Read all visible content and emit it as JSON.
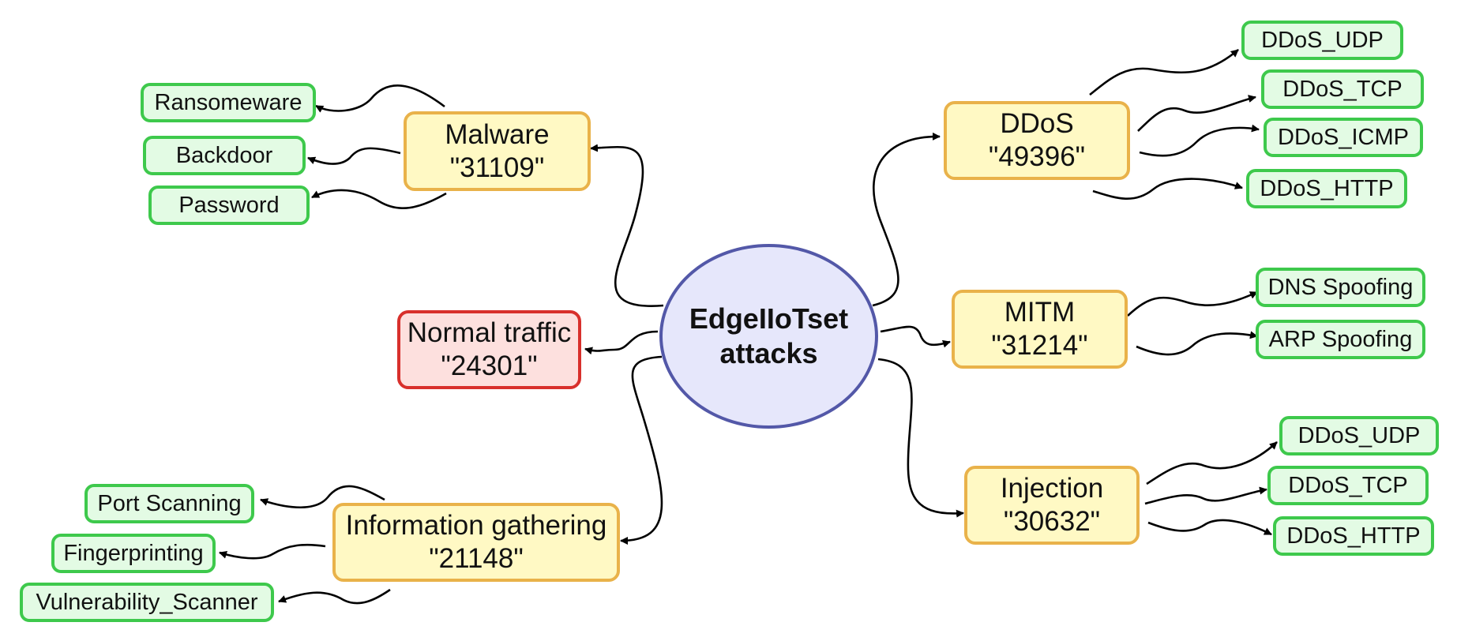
{
  "center": {
    "line1": "EdgeIIoTset",
    "line2": "attacks"
  },
  "normal": {
    "name": "Normal traffic",
    "count": "\"24301\""
  },
  "categories": {
    "malware": {
      "name": "Malware",
      "count": "\"31109\"",
      "leaves": [
        "Ransomeware",
        "Backdoor",
        "Password"
      ]
    },
    "info": {
      "name": "Information gathering",
      "count": "\"21148\"",
      "leaves": [
        "Port Scanning",
        "Fingerprinting",
        "Vulnerability_Scanner"
      ]
    },
    "ddos": {
      "name": "DDoS",
      "count": "\"49396\"",
      "leaves": [
        "DDoS_UDP",
        "DDoS_TCP",
        "DDoS_ICMP",
        "DDoS_HTTP"
      ]
    },
    "mitm": {
      "name": "MITM",
      "count": "\"31214\"",
      "leaves": [
        "DNS Spoofing",
        "ARP Spoofing"
      ]
    },
    "injection": {
      "name": "Injection",
      "count": "\"30632\"",
      "leaves": [
        "DDoS_UDP",
        "DDoS_TCP",
        "DDoS_HTTP"
      ]
    }
  },
  "colors": {
    "center_border": "#5358a8",
    "center_fill": "#e6e7fb",
    "category_border": "#e9b24a",
    "category_fill": "#fff9c4",
    "normal_border": "#d8302c",
    "normal_fill": "#fde0de",
    "leaf_border": "#3ec94c",
    "leaf_fill": "#e3fbe4",
    "edge": "#000000"
  }
}
